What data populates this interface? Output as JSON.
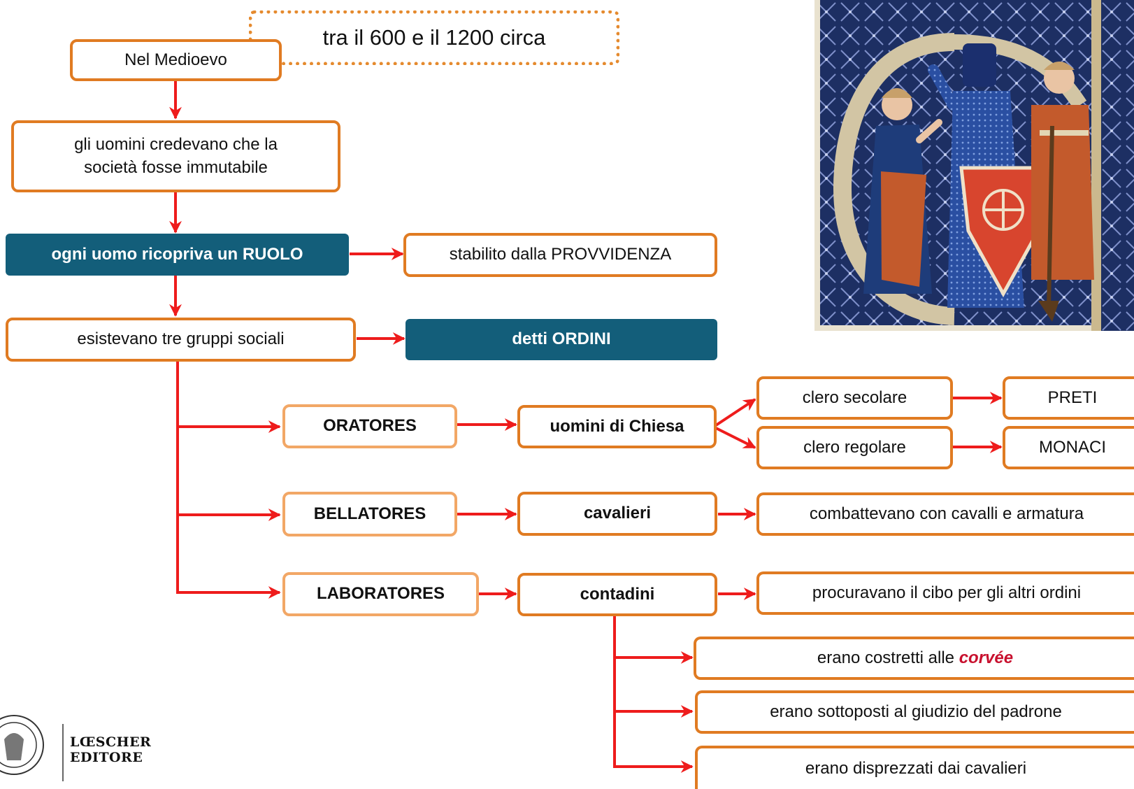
{
  "colors": {
    "box_border": "#e07b22",
    "box_border_light": "#f2a766",
    "dark_fill": "#135e7a",
    "connector": "#ee1c1c",
    "italic_term": "#c8102e"
  },
  "period": {
    "label": "tra il 600 e il 1200 circa"
  },
  "flow": {
    "medioevo": "Nel Medioevo",
    "belief": "gli uomini credevano che la società fosse immutabile",
    "role": "ogni uomo ricopriva un RUOLO",
    "providence": "stabilito dalla PROVVIDENZA",
    "groups": "esistevano tre gruppi sociali",
    "orders": "detti ORDINI"
  },
  "oratores": {
    "name": "ORATORES",
    "who": "uomini di Chiesa",
    "secular": "clero secolare",
    "secular_members": "PRETI",
    "regular": "clero regolare",
    "regular_members": "MONACI"
  },
  "bellatores": {
    "name": "BELLATORES",
    "who": "cavalieri",
    "detail": "combattevano con cavalli e armatura"
  },
  "laboratores": {
    "name": "LABORATORES",
    "who": "contadini",
    "detail": "procuravano il cibo per gli altri ordini",
    "corvee_prefix": "erano costretti alle ",
    "corvee_term": "corvée",
    "judgement": "erano sottoposti al giudizio del padrone",
    "despised": "erano disprezzati dai cavalieri"
  },
  "publisher": {
    "line1": "LŒSCHER",
    "line2": "EDITORE"
  }
}
